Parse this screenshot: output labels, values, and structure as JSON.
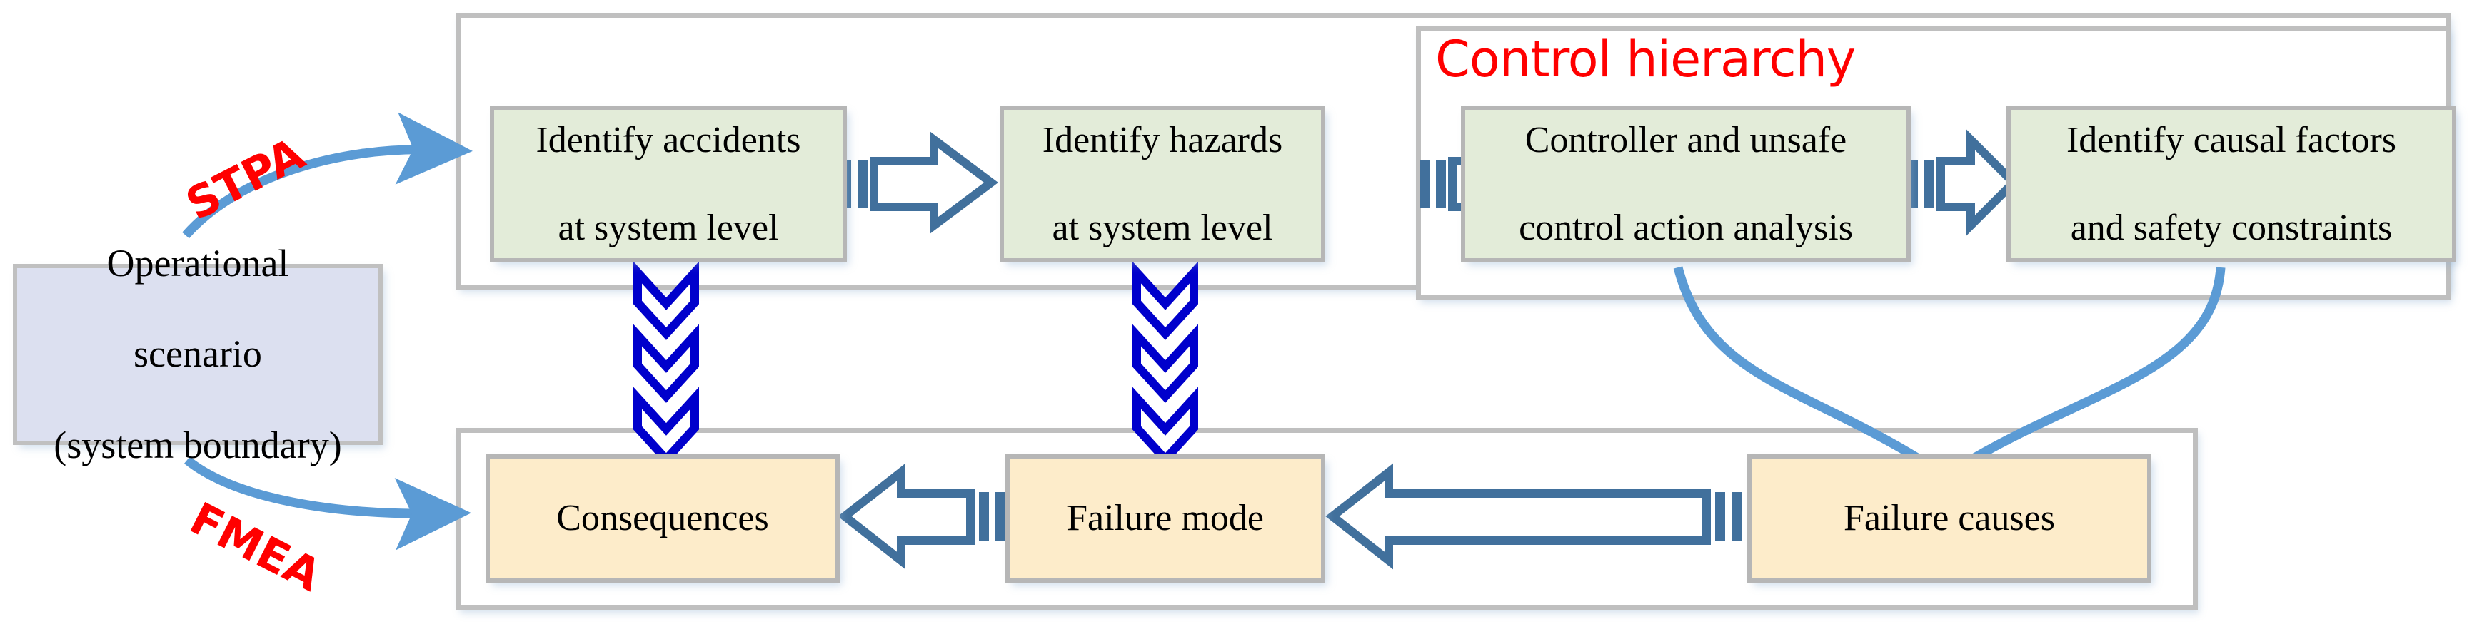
{
  "diagram": {
    "title": "STPA and FMEA combined analysis flow",
    "colors": {
      "stpa_box_fill": "#E3ECD9",
      "fmea_box_fill": "#FDECCA",
      "scenario_box_fill": "#DCE0F0",
      "box_border": "#B6B6B6",
      "container_border": "#BFBFBF",
      "block_arrow": "#41709C",
      "chevron_arrow": "#0000CC",
      "curved_arrow": "#5B9BD5",
      "label_red": "#FF0000"
    }
  },
  "scenario": {
    "lines": [
      "Operational",
      "scenario",
      "(system boundary)"
    ]
  },
  "method_labels": {
    "stpa": "STPA",
    "fmea": "FMEA"
  },
  "top_row": {
    "container_label": "",
    "inner_container_label": "Control hierarchy",
    "nodes": [
      {
        "id": "identify-accidents",
        "lines": [
          "Identify accidents",
          "at system level"
        ]
      },
      {
        "id": "identify-hazards",
        "lines": [
          "Identify hazards",
          "at system level"
        ]
      },
      {
        "id": "controller-analysis",
        "lines": [
          "Controller and unsafe",
          "control action analysis"
        ]
      },
      {
        "id": "causal-factors",
        "lines": [
          "Identify causal factors",
          "and safety constraints"
        ]
      }
    ]
  },
  "bottom_row": {
    "nodes": [
      {
        "id": "consequences",
        "lines": [
          "Consequences"
        ]
      },
      {
        "id": "failure-mode",
        "lines": [
          "Failure mode"
        ]
      },
      {
        "id": "failure-causes",
        "lines": [
          "Failure causes"
        ]
      }
    ]
  },
  "connectors": [
    {
      "id": "stpa-entry",
      "type": "curved-arrow",
      "from": "scenario",
      "to": "identify-accidents"
    },
    {
      "id": "fmea-entry",
      "type": "curved-arrow",
      "from": "scenario",
      "to": "consequences"
    },
    {
      "id": "accidents-to-hazards",
      "type": "striped-block-arrow",
      "direction": "right"
    },
    {
      "id": "hazards-to-controller",
      "type": "striped-block-arrow",
      "direction": "right"
    },
    {
      "id": "controller-to-causal",
      "type": "striped-block-arrow",
      "direction": "right"
    },
    {
      "id": "accidents-to-consequences",
      "type": "triple-chevron",
      "direction": "down"
    },
    {
      "id": "hazards-to-failure-mode",
      "type": "triple-chevron",
      "direction": "down"
    },
    {
      "id": "failure-causes-to-failure-mode",
      "type": "striped-block-arrow",
      "direction": "left"
    },
    {
      "id": "failure-mode-to-consequences",
      "type": "striped-block-arrow",
      "direction": "left"
    },
    {
      "id": "controller-to-failure-causes",
      "type": "curved-arrow",
      "direction": "down"
    },
    {
      "id": "causal-to-failure-causes",
      "type": "curved-arrow",
      "direction": "down"
    }
  ]
}
